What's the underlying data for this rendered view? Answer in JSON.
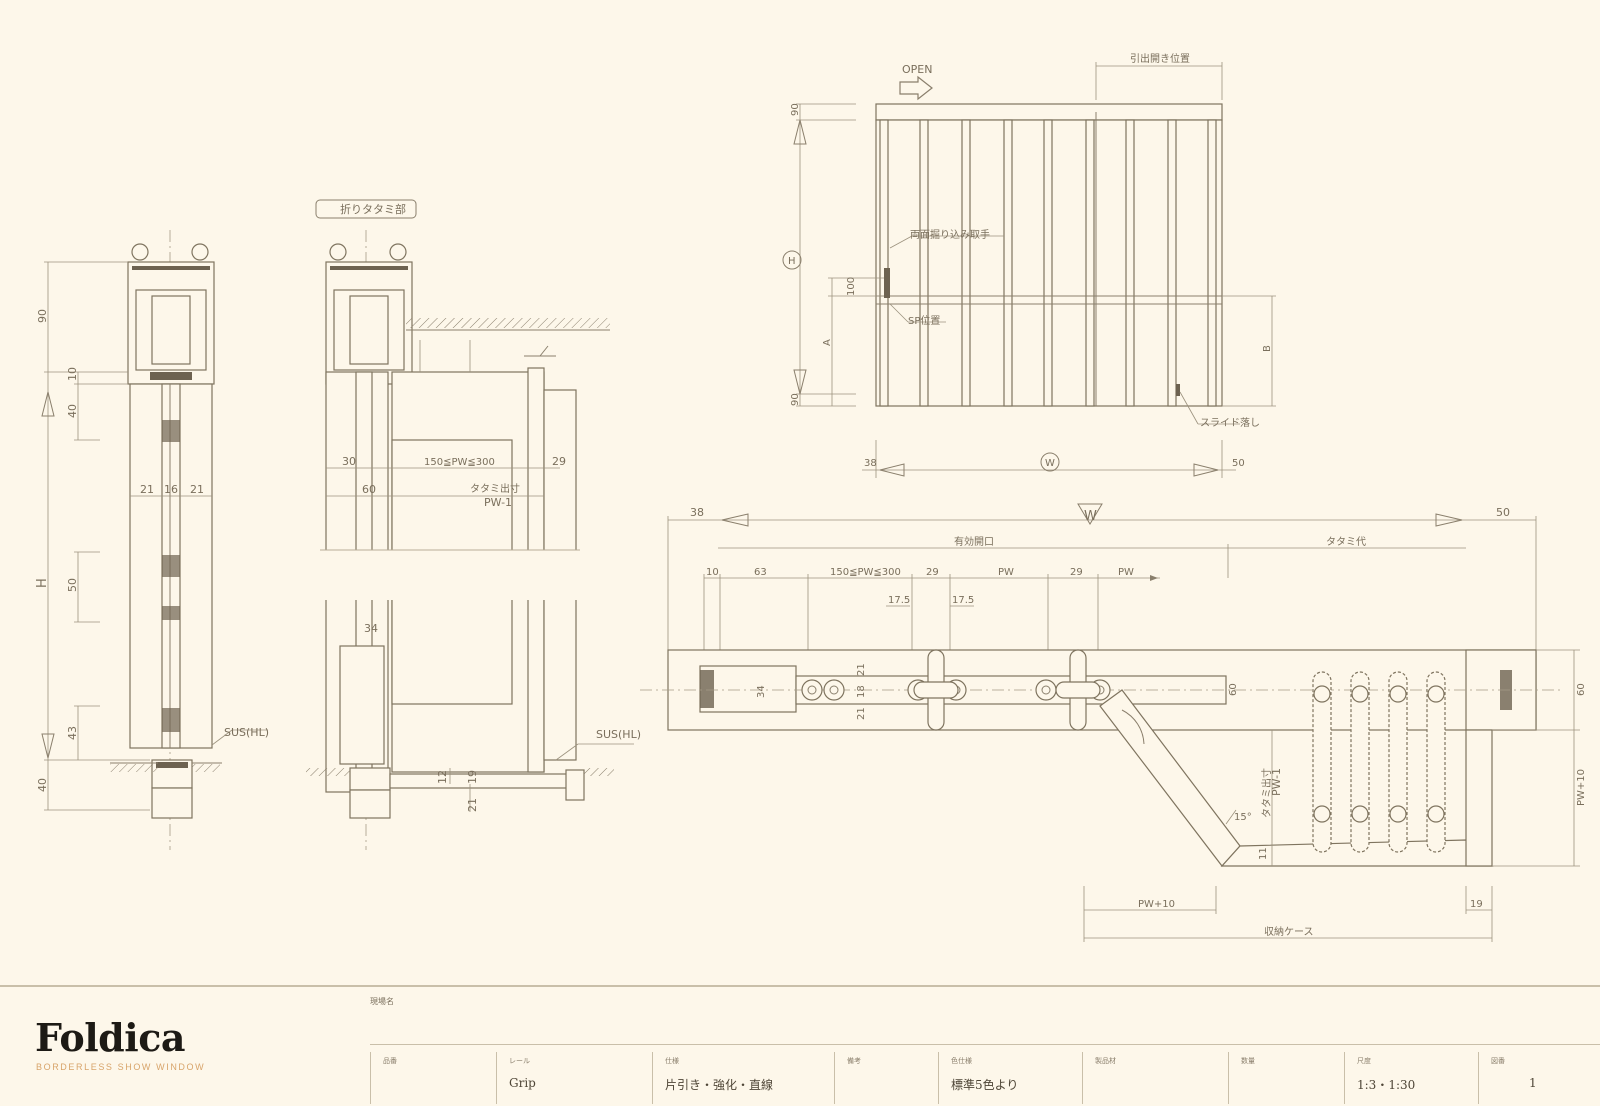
{
  "drawing": {
    "label_fold_section": "折りタタミ部",
    "label_open": "OPEN",
    "elev_top_note": "引出開き位置",
    "label_h_circle": "H",
    "label_w_circle": "W",
    "elev_dim_90_top": "90",
    "elev_dim_90_bot": "90",
    "elev_dim_100": "100",
    "elev_label_a": "A",
    "elev_label_b": "B",
    "elev_dim_38": "38",
    "elev_dim_50": "50",
    "note_handle": "両面掘り込み取手",
    "note_sp": "SP位置",
    "note_slide": "スライド落し",
    "sec1_dim_90": "90",
    "sec1_dim_10": "10",
    "sec1_dim_40a": "40",
    "sec1_dim_50": "50",
    "sec1_dim_43": "43",
    "sec1_dim_40b": "40",
    "sec1_dim_21a": "21",
    "sec1_dim_16": "16",
    "sec1_dim_21b": "21",
    "sec1_label_h": "H",
    "sec1_sus": "SUS(HL)",
    "sec2_dim_30": "30",
    "sec2_dim_pw": "150≦PW≦300",
    "sec2_dim_29": "29",
    "sec2_dim_60": "60",
    "sec2_tatami": "タタミ出寸",
    "sec2_pw1": "PW-1",
    "sec2_dim_34": "34",
    "sec2_sus": "SUS(HL)",
    "sec2_dim_12": "12",
    "sec2_dim_19": "19",
    "sec2_dim_21": "21",
    "plan_dim_38": "38",
    "plan_w": "W",
    "plan_dim_50": "50",
    "plan_eff_opening": "有効開口",
    "plan_tatami_dai": "タタミ代",
    "plan_dim_10": "10",
    "plan_dim_63": "63",
    "plan_dim_pw_range": "150≦PW≦300",
    "plan_dim_29a": "29",
    "plan_pw_a": "PW",
    "plan_dim_29b": "29",
    "plan_pw_b": "PW",
    "plan_dim_175a": "17.5",
    "plan_dim_175b": "17.5",
    "plan_dim_21a": "21",
    "plan_dim_18": "18",
    "plan_dim_21b": "21",
    "plan_dim_34": "34",
    "plan_dim_60a": "60",
    "plan_dim_60b": "60",
    "plan_tatami_out": "タタミ出寸",
    "plan_pw1": "PW-1",
    "plan_pw10_right": "PW+10",
    "plan_angle": "15°",
    "plan_dim_11": "11",
    "plan_pw10_bottom": "PW+10",
    "plan_dim_19": "19",
    "plan_storage": "収納ケース"
  },
  "titleblock": {
    "logo": "Foldica",
    "tagline": "BORDERLESS SHOW WINDOW",
    "project_label": "現場名",
    "cells": [
      {
        "header": "品番",
        "value": ""
      },
      {
        "header": "レール",
        "value": "Grip"
      },
      {
        "header": "仕様",
        "value": "片引き・強化・直線"
      },
      {
        "header": "備考",
        "value": ""
      },
      {
        "header": "色仕様",
        "value": "標準5色より"
      },
      {
        "header": "製品材",
        "value": ""
      },
      {
        "header": "数量",
        "value": ""
      },
      {
        "header": "尺度",
        "value": "1:3・1:30"
      },
      {
        "header": "図番",
        "value": "1"
      }
    ]
  }
}
